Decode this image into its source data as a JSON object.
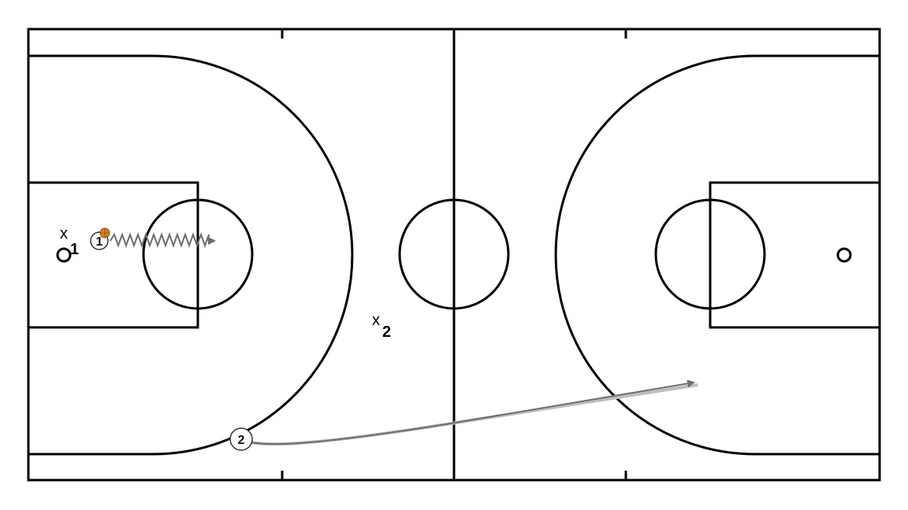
{
  "colors": {
    "court_lines": "#000000",
    "background": "#ffffff",
    "action_arrow": "#6e6e6e",
    "ball": "#d9801a"
  },
  "defenders": [
    {
      "mark": "x",
      "number": "1"
    },
    {
      "mark": "x",
      "number": "2"
    }
  ],
  "offense": [
    {
      "number": "1",
      "has_ball": true,
      "action": "dribble"
    },
    {
      "number": "2",
      "has_ball": false,
      "action": "cut"
    }
  ],
  "icons": {
    "ball": "basketball-icon",
    "hoop": "ring-icon"
  }
}
